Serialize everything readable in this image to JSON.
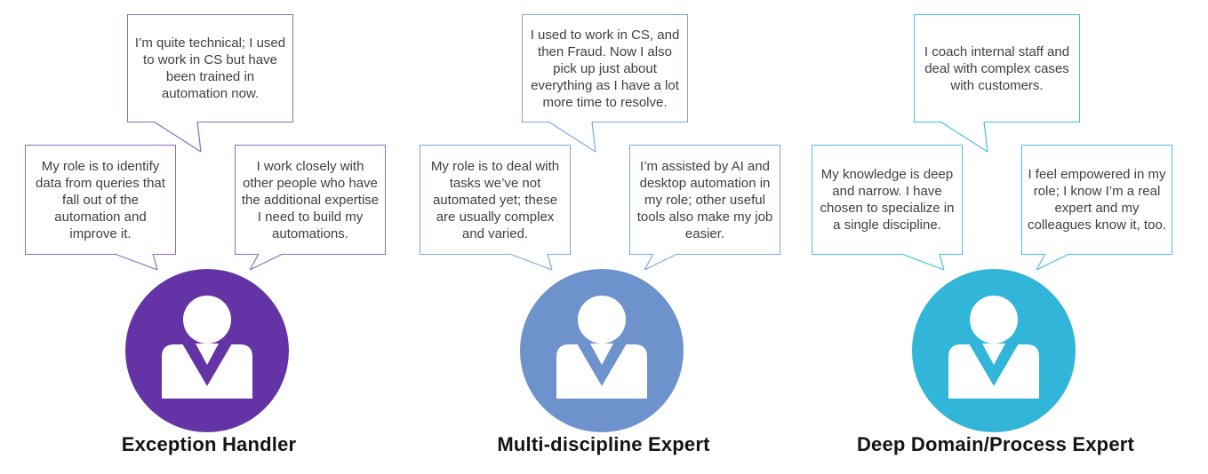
{
  "background_color": "#ffffff",
  "bubble_text_color": "#3f3f3f",
  "title_text_color": "#141414",
  "personas": [
    {
      "name": "Exception Handler",
      "theme_color": "#6434a6",
      "bubble_border_color": "#8c6bbe",
      "bubbles": {
        "top": "I’m quite technical; I used to work in CS but have been trained in automation now.",
        "left": "My role is to identify data from queries that fall out of the automation and improve it.",
        "right": "I work closely with other people who have the additional expertise I need to build my automations."
      }
    },
    {
      "name": "Multi-discipline Expert",
      "theme_color": "#6e93cc",
      "bubble_border_color": "#7fa7dc",
      "bubbles": {
        "top": "I used to work in CS, and then Fraud. Now I also pick up just about everything as I have a lot more time to resolve.",
        "left": "My role is to deal with tasks we’ve not automated yet; these are usually complex and varied.",
        "right": "I’m assisted by AI and desktop automation in my role; other useful tools also make my job easier."
      }
    },
    {
      "name": "Deep Domain/Process Expert",
      "theme_color": "#31b5d8",
      "bubble_border_color": "#4abedf",
      "bubbles": {
        "top": "I coach internal staff and deal with complex cases with customers.",
        "left": "My knowledge is deep and narrow. I have chosen to specialize in a single discipline.",
        "right": "I feel empowered in my role; I know I’m a real expert and my colleagues know it, too."
      }
    }
  ]
}
